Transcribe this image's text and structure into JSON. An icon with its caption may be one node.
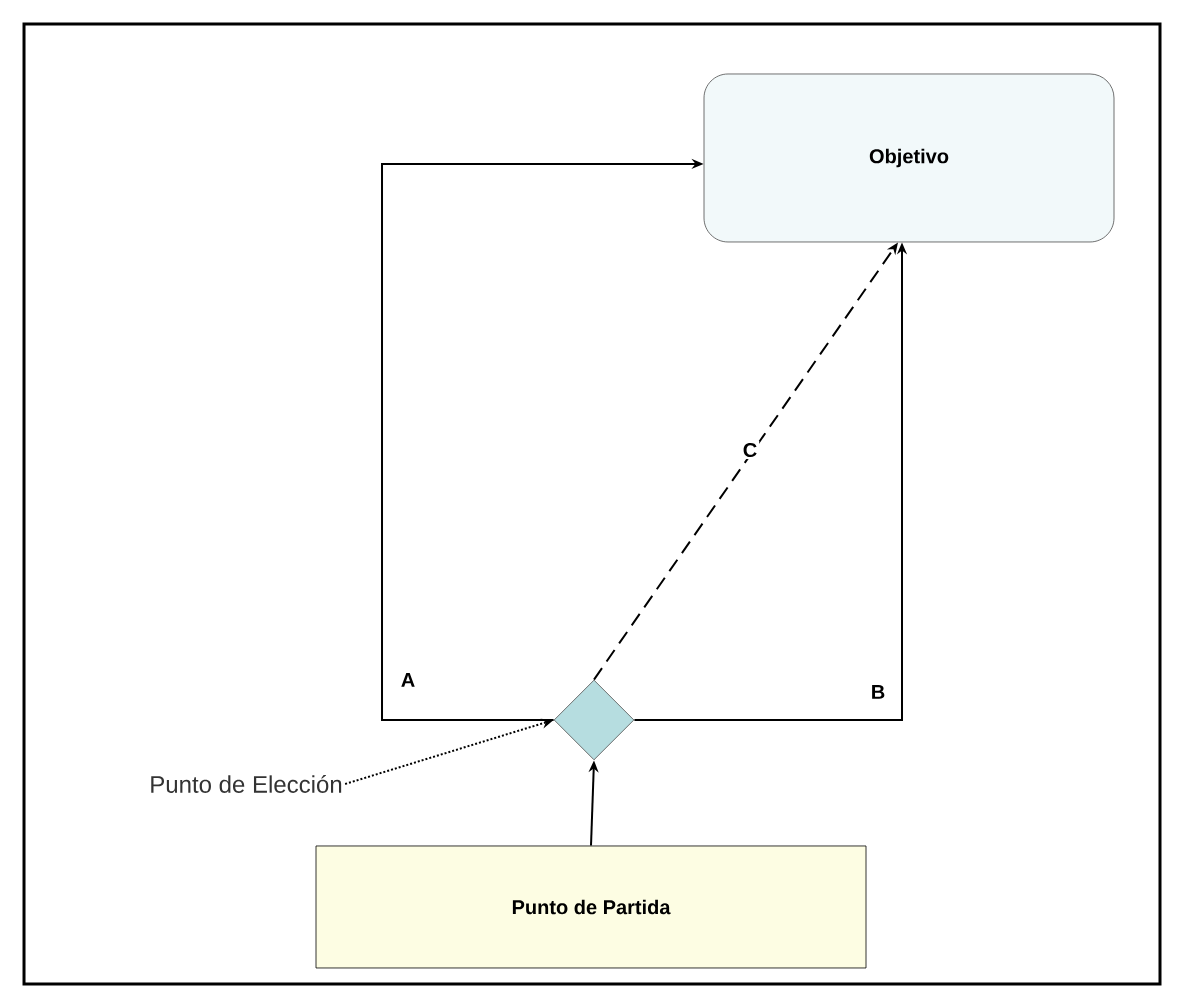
{
  "diagram": {
    "nodes": [
      {
        "text": [
          "Objetivo"
        ]
      },
      {
        "text": [],
        "shape": "diamond"
      },
      {
        "text": [
          "Punto de Partida"
        ]
      },
      {
        "text": [
          "Punto de Elección"
        ]
      }
    ],
    "edges": [
      {
        "from": 2,
        "to": 1,
        "arrow": "to"
      },
      {
        "from": 1,
        "to": 0,
        "arrow": "to",
        "label": "A"
      },
      {
        "from": 1,
        "to": 0,
        "arrow": "to",
        "label": "B"
      },
      {
        "from": 1,
        "to": 0,
        "arrow": "to",
        "label": "C",
        "style": "dashed"
      },
      {
        "from": 3,
        "to": 1,
        "arrow": "to",
        "style": "dashed"
      }
    ]
  }
}
